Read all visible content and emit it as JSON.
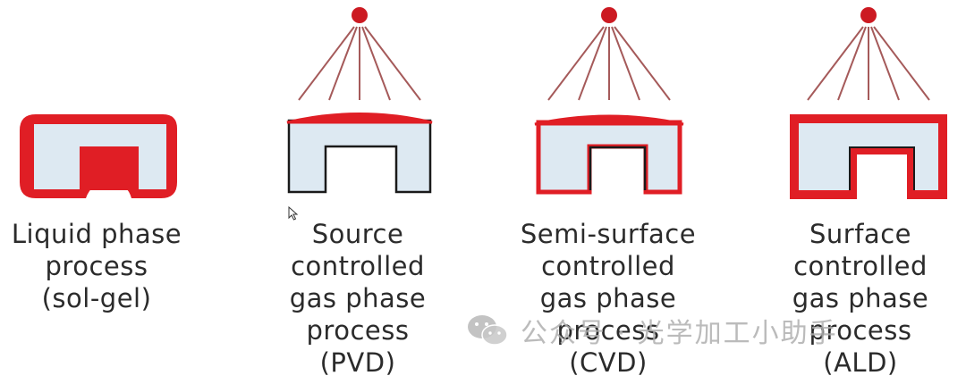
{
  "panels": [
    {
      "id": "sol-gel",
      "lines": [
        "Liquid phase",
        "process",
        "(sol-gel)"
      ]
    },
    {
      "id": "pvd",
      "lines": [
        "Source",
        "controlled",
        "gas phase",
        "process",
        "(PVD)"
      ]
    },
    {
      "id": "cvd",
      "lines": [
        "Semi-surface",
        "controlled",
        "gas phase",
        "process",
        "(CVD)"
      ]
    },
    {
      "id": "ald",
      "lines": [
        "Surface",
        "controlled",
        "gas phase",
        "process",
        "(ALD)"
      ]
    }
  ],
  "watermark": {
    "text": "公众号 · 光学加工小助手",
    "icon": "wechat-icon"
  },
  "colors": {
    "coating": "#e01e25",
    "source": "#cc1a22",
    "ray": "#a55a5a",
    "substrate": "#dde9f2",
    "outline": "#1a1a1a",
    "text": "#2b2b2b"
  }
}
